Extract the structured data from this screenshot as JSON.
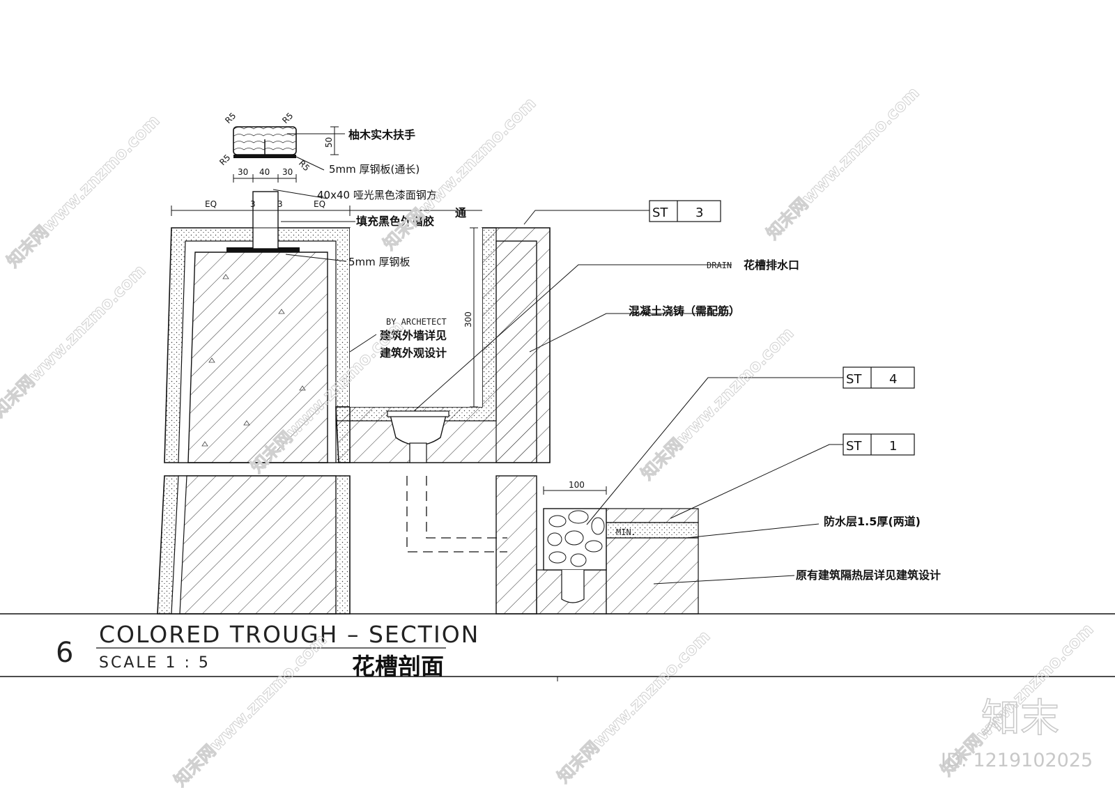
{
  "labels": {
    "handrail": "柚木实木扶手",
    "steel_plate_full": "5mm 厚钢板(通长)",
    "steel_tube_line1": "40x40 哑光黑色漆面钢方",
    "steel_tube_line2": "通",
    "black_glue": "填充黑色外墙胶",
    "steel_plate": "5mm 厚钢板",
    "by_architect": "BY ARCHETECT",
    "wall_detail_line1": "建筑外墙详见",
    "wall_detail_line2": "建筑外观设计",
    "drain_en": "DRAIN",
    "drain_cn": "花槽排水口",
    "concrete": "混凝土浇铸（需配筋）",
    "waterproof": "防水层1.5厚(两道)",
    "insulation": "原有建筑隔热层详见建筑设计",
    "min": "MIN."
  },
  "dimensions": {
    "r5_a": "R5",
    "r5_b": "R5",
    "r5_c": "R5",
    "r5_d": "R5",
    "h50": "50",
    "w30a": "30",
    "w40": "40",
    "w30b": "30",
    "eq_left": "EQ",
    "eq_right": "EQ",
    "three_a": "3",
    "three_b": "3",
    "h300": "300",
    "w100": "100"
  },
  "tags": [
    {
      "code": "ST",
      "num": "3"
    },
    {
      "code": "ST",
      "num": "4"
    },
    {
      "code": "ST",
      "num": "1"
    }
  ],
  "title": {
    "number": "6",
    "main": "COLORED TROUGH – SECTION",
    "scale": "SCALE  1 : 5",
    "cn": "花槽剖面"
  },
  "watermark": {
    "text": "知末网www.znzmo.com",
    "logo": "知末",
    "id": "ID: 1219102025"
  }
}
